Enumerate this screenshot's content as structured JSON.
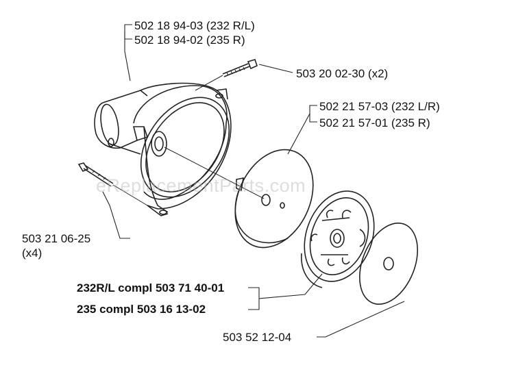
{
  "watermark": "eReplacementParts.com",
  "labels": {
    "housing_a": "502 18 94-03 (232 R/L)",
    "housing_b": "502 18 94-02 (235 R)",
    "top_screw": "503 20 02-30 (x2)",
    "drum_a": "502 21 57-03 (232 L/R)",
    "drum_b": "502 21 57-01 (235 R)",
    "side_screw_a": "503 21 06-25",
    "side_screw_b": "(x4)",
    "compl_a": "232R/L compl 503 71 40-01",
    "compl_b": "235 compl 503 16 13-02",
    "washer": "503 52 12-04"
  }
}
